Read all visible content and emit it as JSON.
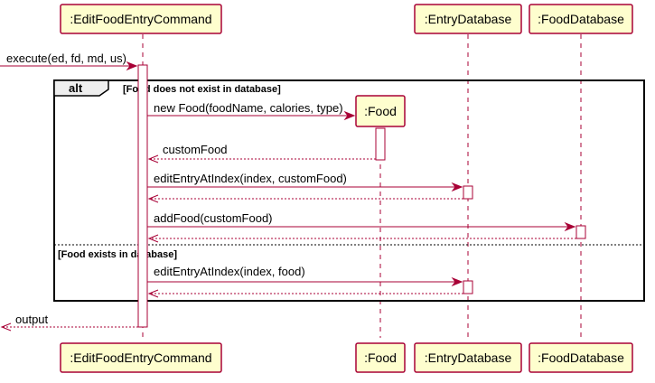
{
  "participants": {
    "edit_cmd": ":EditFoodEntryCommand",
    "food": ":Food",
    "entry_db": ":EntryDatabase",
    "food_db": ":FoodDatabase"
  },
  "messages": {
    "execute": "execute(ed, fd, md, us)",
    "new_food": "new Food(foodName, calories, type)",
    "custom_food_return": "customFood",
    "edit_entry_custom": "editEntryAtIndex(index, customFood)",
    "add_food": "addFood(customFood)",
    "edit_entry_food": "editEntryAtIndex(index, food)",
    "output": "output"
  },
  "fragment": {
    "operator": "alt",
    "guard_1": "[Food does not exist in database]",
    "guard_2": "[Food exists in database]"
  },
  "colors": {
    "participant_fill": "#FEFECE",
    "line_color": "#A80036"
  }
}
